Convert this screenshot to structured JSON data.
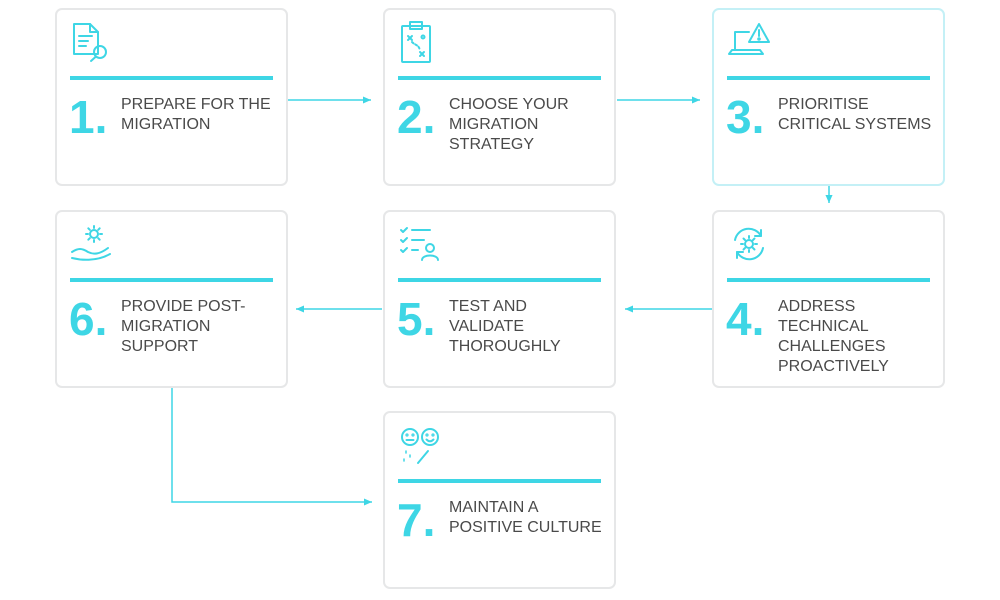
{
  "colors": {
    "accent": "#3ed6e5",
    "card_border": "#e6e7e8",
    "text": "#4a4a4a"
  },
  "steps": [
    {
      "number": "1.",
      "title": "PREPARE FOR THE MIGRATION",
      "icon": "document-search-icon"
    },
    {
      "number": "2.",
      "title": "CHOOSE YOUR MIGRATION STRATEGY",
      "icon": "clipboard-strategy-icon"
    },
    {
      "number": "3.",
      "title": "PRIORITISE CRITICAL SYSTEMS",
      "icon": "laptop-warning-icon"
    },
    {
      "number": "4.",
      "title": "ADDRESS TECHNICAL CHALLENGES PROACTIVELY",
      "icon": "gear-refresh-icon"
    },
    {
      "number": "5.",
      "title": "TEST AND VALIDATE THOROUGHLY",
      "icon": "checklist-user-icon"
    },
    {
      "number": "6.",
      "title": "PROVIDE POST-MIGRATION SUPPORT",
      "icon": "hand-gear-icon"
    },
    {
      "number": "7.",
      "title": "MAINTAIN A POSITIVE CULTURE",
      "icon": "smiley-wand-icon"
    }
  ]
}
